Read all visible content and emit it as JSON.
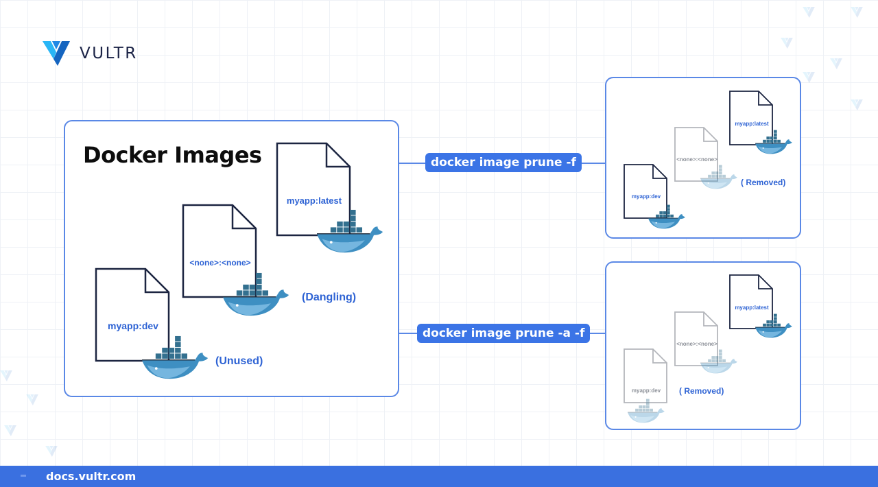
{
  "brand": {
    "name": "VULTR",
    "logo_icon": "vultr-v-logo-icon"
  },
  "main_panel": {
    "title": "Docker Images",
    "images": [
      {
        "tag": "myapp:latest",
        "note": ""
      },
      {
        "tag": "<none>:<none>",
        "note": "(Dangling)"
      },
      {
        "tag": "myapp:dev",
        "note": "(Unused)"
      }
    ]
  },
  "commands": {
    "prune": "docker image prune -f",
    "prune_all": "docker image prune -a -f"
  },
  "result_prune": {
    "images": [
      "myapp:latest",
      "<none>:<none>",
      "myapp:dev"
    ],
    "removed_label": "( Removed)"
  },
  "result_prune_all": {
    "images": [
      "myapp:latest",
      "<none>:<none>",
      "myapp:dev"
    ],
    "removed_label": "( Removed)"
  },
  "footer": {
    "url": "docs.vultr.com"
  },
  "colors": {
    "accent": "#3b74e6",
    "panel_border": "#5a88e6",
    "whale": "#3e8fc2",
    "dark": "#1a2245"
  }
}
